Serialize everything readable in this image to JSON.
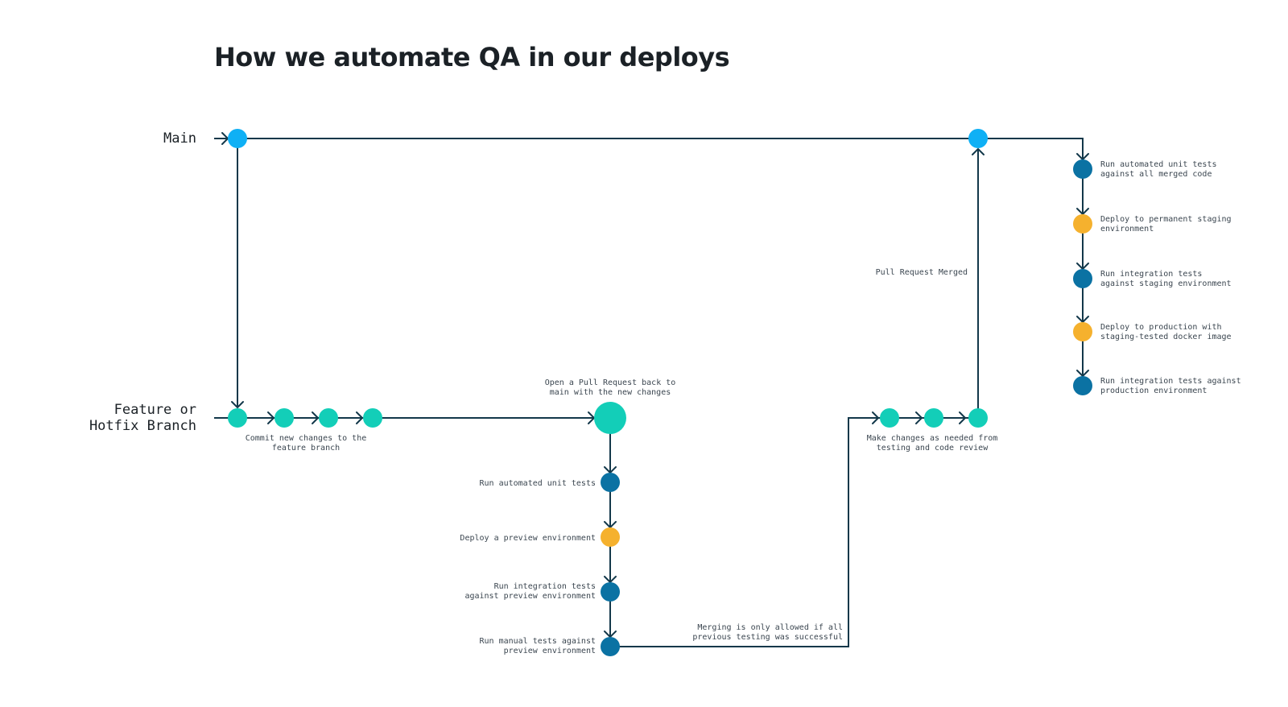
{
  "title": "How we automate QA in our deploys",
  "lanes": {
    "main": "Main",
    "feature": [
      "Feature or",
      "Hotfix Branch"
    ]
  },
  "colors": {
    "main_node": "#0fb0f5",
    "branch_node": "#13ceb8",
    "test_node": "#0b72a3",
    "deploy_node": "#f5b12e",
    "line": "#13384a"
  },
  "notes": {
    "commit": [
      "Commit new changes to the",
      "feature branch"
    ],
    "open_pr": [
      "Open a Pull Request back to",
      "main with the new changes"
    ],
    "unit_tests": [
      "Run automated unit tests"
    ],
    "deploy_preview": [
      "Deploy a preview environment"
    ],
    "integration_preview": [
      "Run integration tests",
      "against preview environment"
    ],
    "manual_tests": [
      "Run manual tests against",
      "preview environment"
    ],
    "merge_rule": [
      "Merging is only allowed if all",
      "previous testing was successful"
    ],
    "make_changes": [
      "Make changes as needed from",
      "testing and code review"
    ],
    "pr_merged": [
      "Pull Request Merged"
    ],
    "main_unit_tests": [
      "Run automated unit tests",
      "against all merged code"
    ],
    "deploy_staging": [
      "Deploy to permanent staging",
      "environment"
    ],
    "integration_staging": [
      "Run integration tests",
      "against staging environment"
    ],
    "deploy_production": [
      "Deploy to production with",
      "staging-tested docker image"
    ],
    "integration_production": [
      "Run integration tests against",
      "production environment"
    ]
  }
}
